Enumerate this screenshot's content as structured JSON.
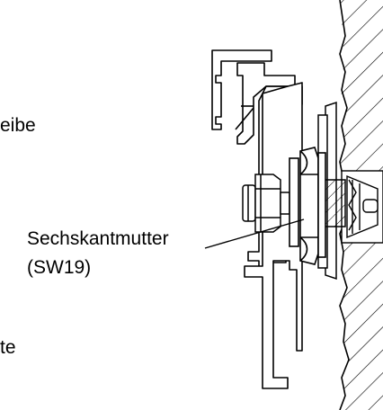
{
  "labels": {
    "scheibe_fragment": "eibe",
    "nut": "Sechskantmutter",
    "nut_size": "(SW19)",
    "platte_fragment": "te"
  },
  "colors": {
    "ink": "#000000",
    "paper": "#ffffff"
  }
}
